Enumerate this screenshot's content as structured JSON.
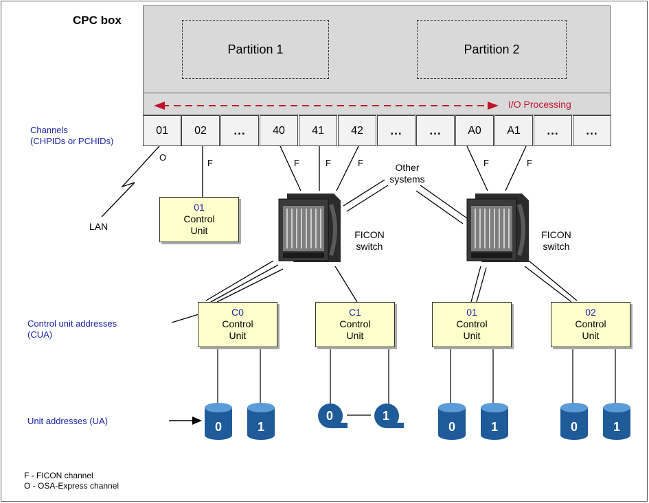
{
  "cpc": {
    "title": "CPC box",
    "partitions": [
      "Partition 1",
      "Partition 2"
    ],
    "io_label": "I/O Processing"
  },
  "channels_label": [
    "Channels",
    "(CHPIDs or PCHIDs)"
  ],
  "channels": [
    "01",
    "02",
    "...",
    "40",
    "41",
    "42",
    "...",
    "...",
    "A0",
    "A1",
    "...",
    "..."
  ],
  "channel_types": {
    "o": "O",
    "f": "F"
  },
  "lan": "LAN",
  "other_systems": [
    "Other",
    "systems"
  ],
  "switch_label": [
    "FICON",
    "switch"
  ],
  "control_units": [
    {
      "addr": "01",
      "label": [
        "Control",
        "Unit"
      ]
    },
    {
      "addr": "C0",
      "label": [
        "Control",
        "Unit"
      ]
    },
    {
      "addr": "C1",
      "label": [
        "Control",
        "Unit"
      ]
    },
    {
      "addr": "01",
      "label": [
        "Control",
        "Unit"
      ]
    },
    {
      "addr": "02",
      "label": [
        "Control",
        "Unit"
      ]
    }
  ],
  "cua_label": [
    "Control unit addresses",
    "(CUA)"
  ],
  "ua_label": "Unit addresses (UA)",
  "units": [
    "0",
    "1",
    "0",
    "1",
    "0",
    "1",
    "0",
    "1"
  ],
  "legend": [
    "F - FICON channel",
    "O - OSA-Express channel"
  ],
  "colors": {
    "io_arrow": "#c0142a",
    "label_blue": "#1a22a8",
    "cu_fill": "#ffffcc",
    "disk_blue": "#2a6db5",
    "cpc_gray": "#d9d9d9"
  }
}
